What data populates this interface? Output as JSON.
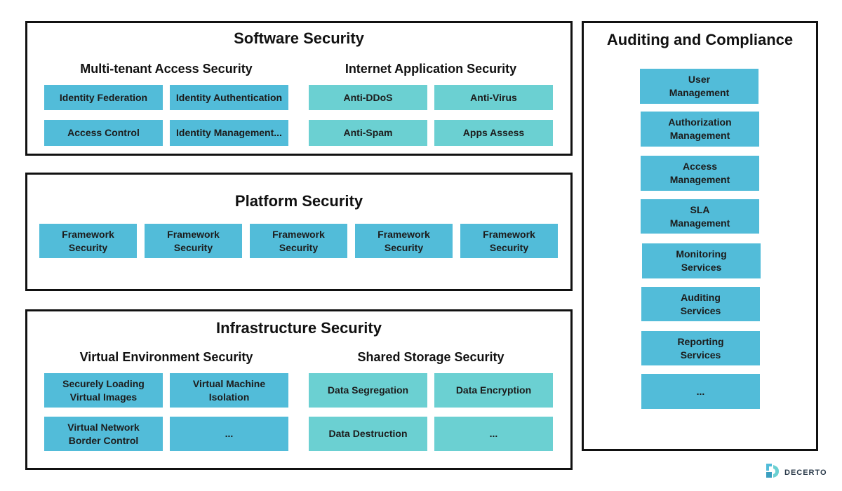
{
  "colors": {
    "blue_box": "#52bcd9",
    "teal_box": "#6bd0d2",
    "border": "#111111"
  },
  "software": {
    "title": "Software Security",
    "multi_tenant": {
      "title": "Multi-tenant Access Security",
      "items": [
        "Identity Federation",
        "Identity Authentication",
        "Access Control",
        "Identity Management..."
      ]
    },
    "internet": {
      "title": "Internet Application Security",
      "items": [
        "Anti-DDoS",
        "Anti-Virus",
        "Anti-Spam",
        "Apps Assess"
      ]
    }
  },
  "platform": {
    "title": "Platform Security",
    "items": [
      "Framework\nSecurity",
      "Framework\nSecurity",
      "Framework\nSecurity",
      "Framework\nSecurity",
      "Framework\nSecurity"
    ]
  },
  "infrastructure": {
    "title": "Infrastructure Security",
    "virtual_env": {
      "title": "Virtual Environment Security",
      "items": [
        "Securely Loading\nVirtual Images",
        "Virtual Machine\nIsolation",
        "Virtual Network\nBorder Control",
        "..."
      ]
    },
    "shared_storage": {
      "title": "Shared Storage Security",
      "items": [
        "Data Segregation",
        "Data Encryption",
        "Data Destruction",
        "..."
      ]
    }
  },
  "auditing": {
    "title": "Auditing and Compliance",
    "items": [
      "User\nManagement",
      "Authorization\nManagement",
      "Access\nManagement",
      "SLA\nManagement",
      "Monitoring\nServices",
      "Auditing\nServices",
      "Reporting\nServices",
      "..."
    ]
  },
  "logo": {
    "text": "DECERTO",
    "icon": "decerto-logo-icon"
  }
}
